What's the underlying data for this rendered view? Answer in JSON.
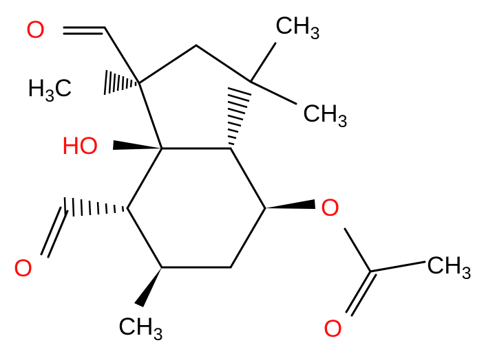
{
  "colors": {
    "carbon": "#000000",
    "oxygen": "#ff0d0d",
    "background": "#ffffff"
  },
  "labels": {
    "ald1_O": "O",
    "c1_methyl_H": "H",
    "c1_methyl_sub": "3",
    "c1_methyl_C": "C",
    "gem_me1_C": "CH",
    "gem_me1_sub": "3",
    "gem_me2_C": "CH",
    "gem_me2_sub": "3",
    "hydroxyl": "HO",
    "ald2_O": "O",
    "ester_O": "O",
    "acetyl_CH": "CH",
    "acetyl_sub": "3",
    "carbonyl_O": "O",
    "c6_methyl_C": "CH",
    "c6_methyl_sub": "3"
  }
}
